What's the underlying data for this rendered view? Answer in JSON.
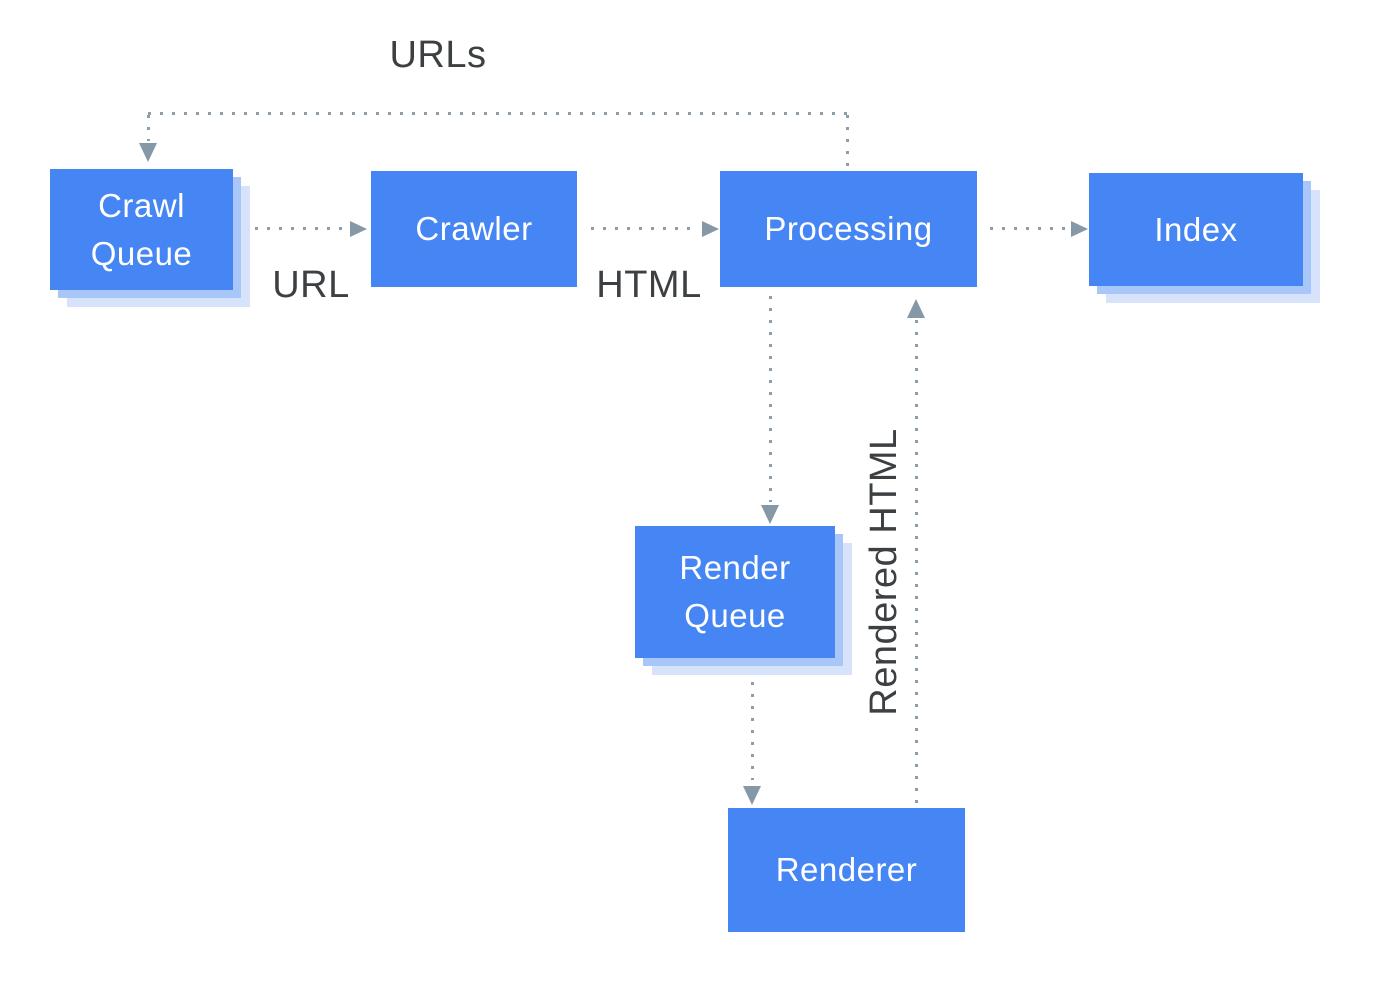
{
  "diagram": {
    "description": "Crawl, render and index pipeline flowchart",
    "nodes": {
      "crawl_queue": {
        "label": "Crawl Queue",
        "stacked": true
      },
      "crawler": {
        "label": "Crawler",
        "stacked": false
      },
      "processing": {
        "label": "Processing",
        "stacked": false
      },
      "index": {
        "label": "Index",
        "stacked": true
      },
      "render_queue": {
        "label": "Render Queue",
        "stacked": true
      },
      "renderer": {
        "label": "Renderer",
        "stacked": false
      }
    },
    "edges": [
      {
        "from": "processing",
        "to": "crawl_queue",
        "label": "URLs",
        "style": "dotted"
      },
      {
        "from": "crawl_queue",
        "to": "crawler",
        "label": "URL",
        "style": "dotted"
      },
      {
        "from": "crawler",
        "to": "processing",
        "label": "HTML",
        "style": "dotted"
      },
      {
        "from": "processing",
        "to": "index",
        "label": "",
        "style": "dotted"
      },
      {
        "from": "processing",
        "to": "render_queue",
        "label": "",
        "style": "dotted"
      },
      {
        "from": "render_queue",
        "to": "renderer",
        "label": "",
        "style": "dotted"
      },
      {
        "from": "renderer",
        "to": "processing",
        "label": "Rendered HTML",
        "style": "dotted"
      }
    ],
    "edge_labels": {
      "urls": "URLs",
      "url": "URL",
      "html": "HTML",
      "rendered_html": "Rendered HTML"
    },
    "colors": {
      "node_fill": "#4685F4",
      "node_text": "#FFFFFF",
      "shadow_mid": "#A9C6F8",
      "shadow_light": "#D6E3FB",
      "connector": "#8E9EA9",
      "arrowhead": "#8498A8",
      "label_text": "#3C4043",
      "background": "#FFFFFF"
    }
  }
}
